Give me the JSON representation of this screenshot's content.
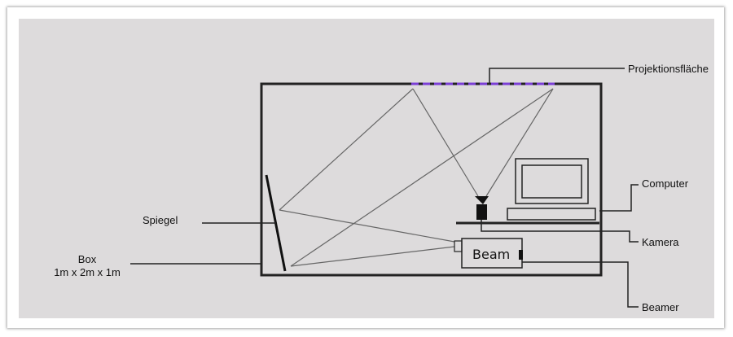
{
  "labels": {
    "projection_surface": "Projektionsfläche",
    "computer": "Computer",
    "mirror": "Spiegel",
    "camera": "Kamera",
    "box_title": "Box",
    "box_dims": "1m x 2m x 1m",
    "beamer": "Beamer",
    "beamer_device": "Beam"
  },
  "colors": {
    "panel_background": "#dddbdc",
    "projection_surface": "#7b3fd6",
    "line": "#222222",
    "ray": "#666666"
  }
}
